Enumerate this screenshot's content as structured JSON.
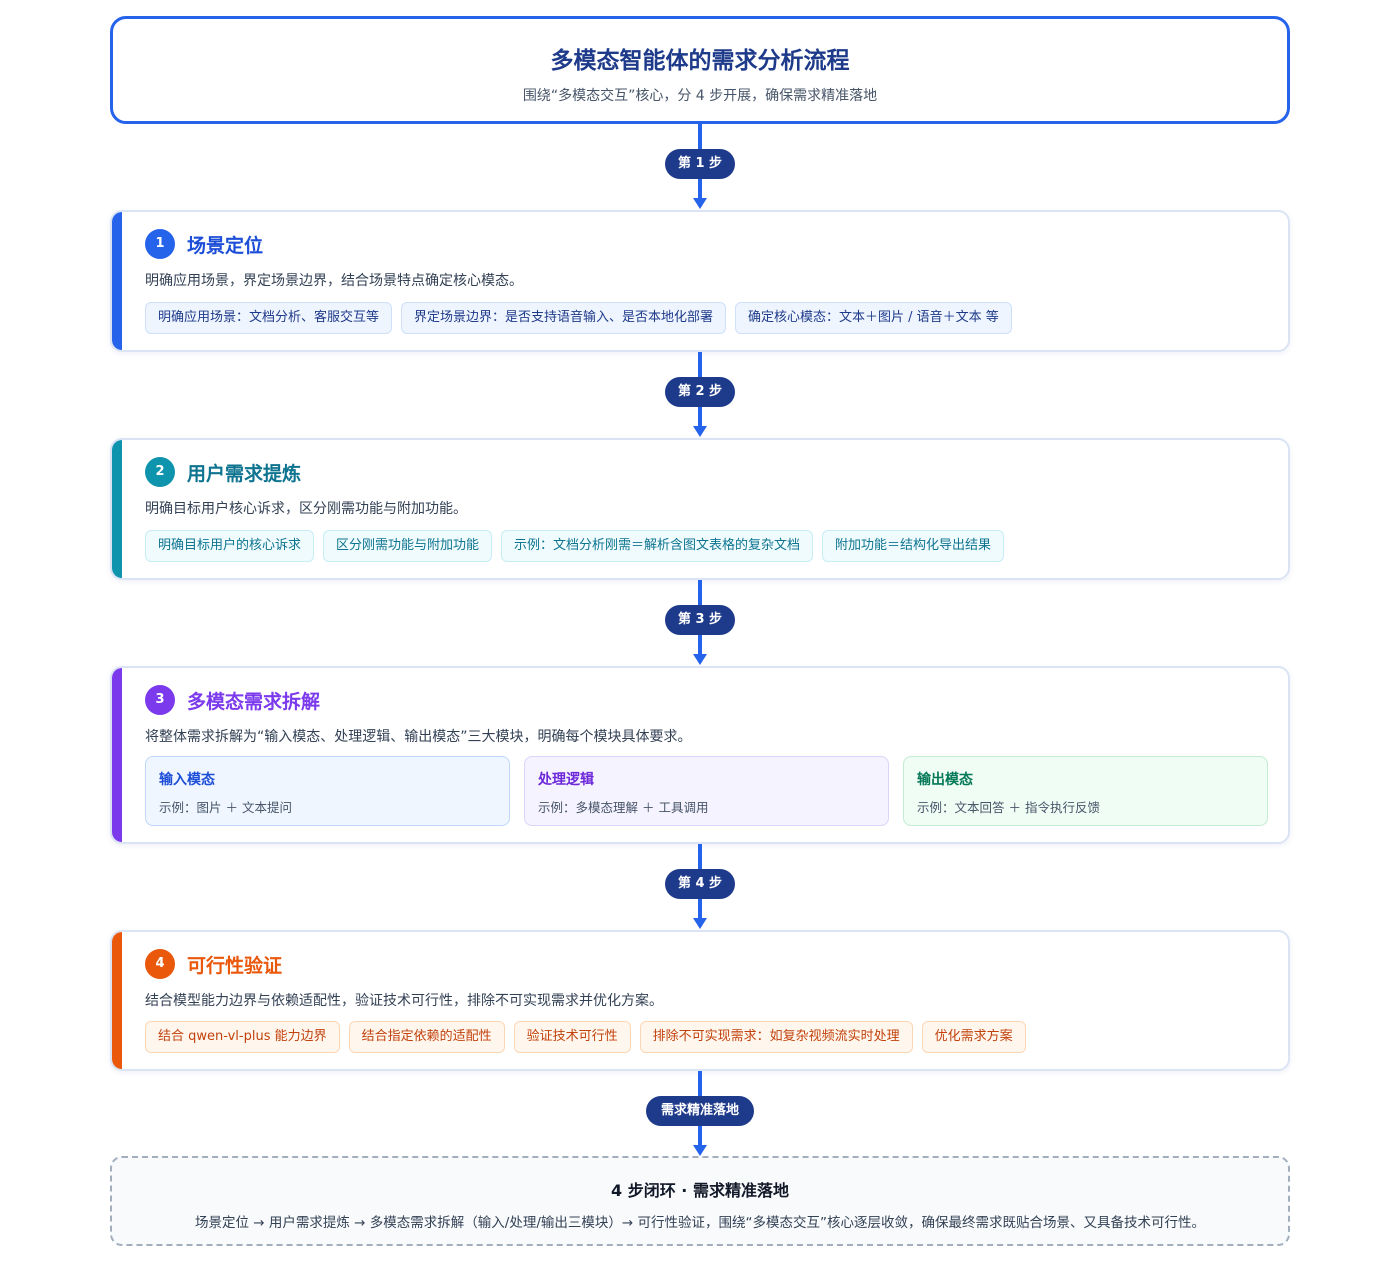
{
  "header": {
    "title": "多模态智能体的需求分析流程",
    "subtitle": "围绕“多模态交互”核心，分 4 步开展，确保需求精准落地"
  },
  "connectors": [
    {
      "label": "第 1 步"
    },
    {
      "label": "第 2 步"
    },
    {
      "label": "第 3 步"
    },
    {
      "label": "第 4 步"
    },
    {
      "label": "需求精准落地"
    }
  ],
  "steps": [
    {
      "number": "1",
      "title": "场景定位",
      "description": "明确应用场景，界定场景边界，结合场景特点确定核心模态。",
      "tags": [
        "明确应用场景：文档分析、客服交互等",
        "界定场景边界：是否支持语音输入、是否本地化部署",
        "确定核心模态：文本＋图片 / 语音＋文本 等"
      ],
      "color": "#2563eb"
    },
    {
      "number": "2",
      "title": "用户需求提炼",
      "description": "明确目标用户核心诉求，区分刚需功能与附加功能。",
      "tags": [
        "明确目标用户的核心诉求",
        "区分刚需功能与附加功能",
        "示例：文档分析刚需＝解析含图文表格的复杂文档",
        "附加功能＝结构化导出结果"
      ],
      "color": "#0e94ad"
    },
    {
      "number": "3",
      "title": "多模态需求拆解",
      "description": "将整体需求拆解为“输入模态、处理逻辑、输出模态”三大模块，明确每个模块具体要求。",
      "modules": [
        {
          "title": "输入模态",
          "example": "示例：图片 ＋ 文本提问"
        },
        {
          "title": "处理逻辑",
          "example": "示例：多模态理解 ＋ 工具调用"
        },
        {
          "title": "输出模态",
          "example": "示例：文本回答 ＋ 指令执行反馈"
        }
      ],
      "color": "#7c3aed"
    },
    {
      "number": "4",
      "title": "可行性验证",
      "description": "结合模型能力边界与依赖适配性，验证技术可行性，排除不可实现需求并优化方案。",
      "tags": [
        "结合 qwen-vl-plus 能力边界",
        "结合指定依赖的适配性",
        "验证技术可行性",
        "排除不可实现需求：如复杂视频流实时处理",
        "优化需求方案"
      ],
      "color": "#ea580c"
    }
  ],
  "footer": {
    "title": "4 步闭环 · 需求精准落地",
    "text": "场景定位 → 用户需求提炼 → 多模态需求拆解（输入/处理/输出三模块）→ 可行性验证，围绕“多模态交互”核心逐层收敛，确保最终需求既贴合场景、又具备技术可行性。"
  }
}
